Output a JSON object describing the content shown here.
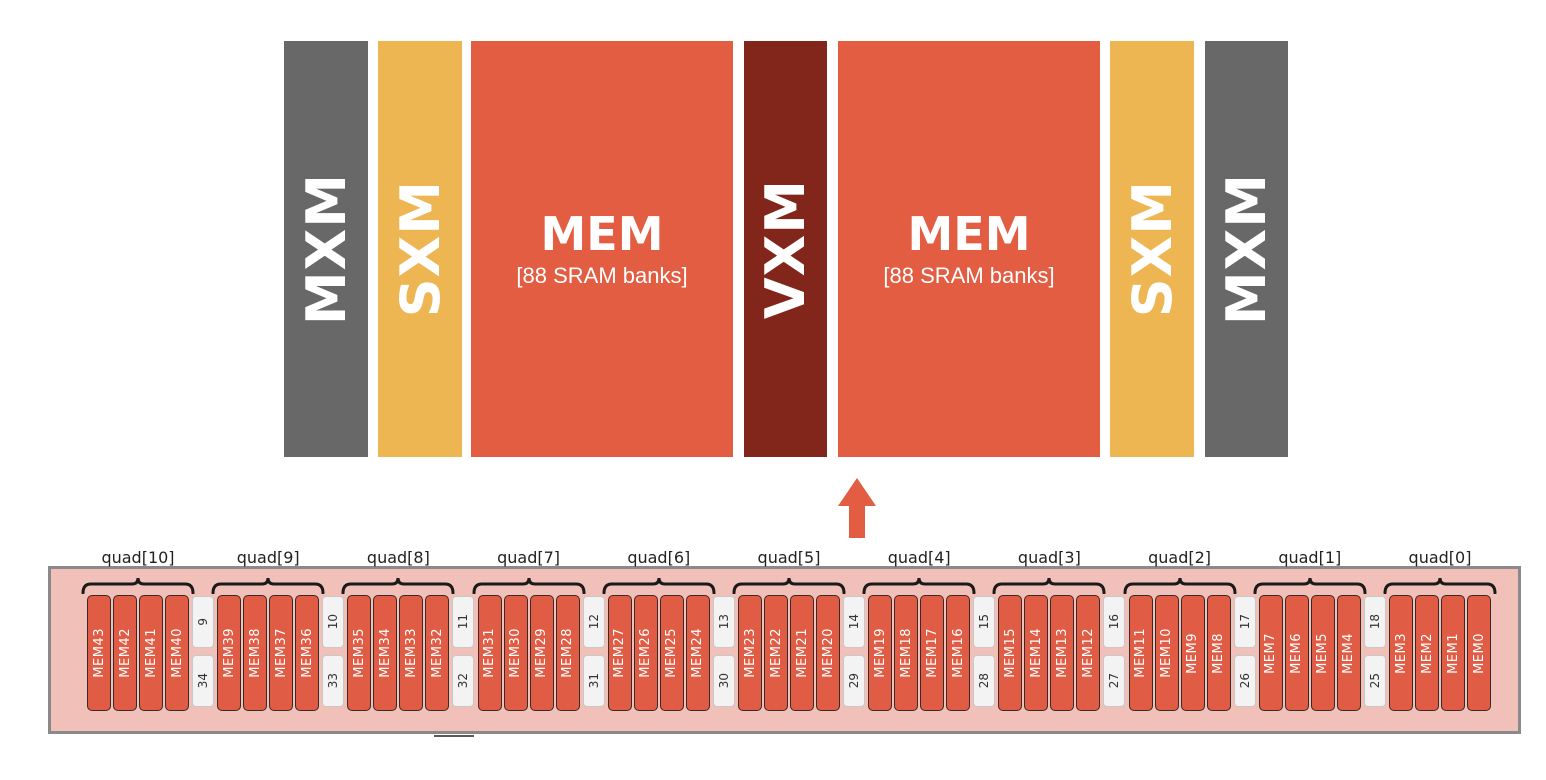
{
  "top": {
    "blocks": [
      {
        "label": "MXM",
        "color": "#686868",
        "type": "vertical"
      },
      {
        "label": "SXM",
        "color": "#eeb553",
        "type": "vertical"
      },
      {
        "label": "MEM",
        "sub": "[88 SRAM banks]",
        "color": "#e35d42",
        "type": "mem"
      },
      {
        "label": "VXM",
        "color": "#82261c",
        "type": "vertical"
      },
      {
        "label": "MEM",
        "sub": "[88 SRAM banks]",
        "color": "#e35d42",
        "type": "mem"
      },
      {
        "label": "SXM",
        "color": "#eeb553",
        "type": "vertical"
      },
      {
        "label": "MXM",
        "color": "#686868",
        "type": "vertical"
      }
    ]
  },
  "arrow": {
    "color": "#e35d42"
  },
  "quads": [
    {
      "label": "quad[10]",
      "banks": [
        "MEM43",
        "MEM42",
        "MEM41",
        "MEM40"
      ],
      "sr_top": "9",
      "sr_bottom": "34"
    },
    {
      "label": "quad[9]",
      "banks": [
        "MEM39",
        "MEM38",
        "MEM37",
        "MEM36"
      ],
      "sr_top": "10",
      "sr_bottom": "33"
    },
    {
      "label": "quad[8]",
      "banks": [
        "MEM35",
        "MEM34",
        "MEM33",
        "MEM32"
      ],
      "sr_top": "11",
      "sr_bottom": "32"
    },
    {
      "label": "quad[7]",
      "banks": [
        "MEM31",
        "MEM30",
        "MEM29",
        "MEM28"
      ],
      "sr_top": "12",
      "sr_bottom": "31"
    },
    {
      "label": "quad[6]",
      "banks": [
        "MEM27",
        "MEM26",
        "MEM25",
        "MEM24"
      ],
      "sr_top": "13",
      "sr_bottom": "30"
    },
    {
      "label": "quad[5]",
      "banks": [
        "MEM23",
        "MEM22",
        "MEM21",
        "MEM20"
      ],
      "sr_top": "14",
      "sr_bottom": "29"
    },
    {
      "label": "quad[4]",
      "banks": [
        "MEM19",
        "MEM18",
        "MEM17",
        "MEM16"
      ],
      "sr_top": "15",
      "sr_bottom": "28"
    },
    {
      "label": "quad[3]",
      "banks": [
        "MEM15",
        "MEM14",
        "MEM13",
        "MEM12"
      ],
      "sr_top": "16",
      "sr_bottom": "27"
    },
    {
      "label": "quad[2]",
      "banks": [
        "MEM11",
        "MEM10",
        "MEM9",
        "MEM8"
      ],
      "sr_top": "17",
      "sr_bottom": "26"
    },
    {
      "label": "quad[1]",
      "banks": [
        "MEM7",
        "MEM6",
        "MEM5",
        "MEM4"
      ],
      "sr_top": "18",
      "sr_bottom": "25"
    },
    {
      "label": "quad[0]",
      "banks": [
        "MEM3",
        "MEM2",
        "MEM1",
        "MEM0"
      ]
    }
  ]
}
